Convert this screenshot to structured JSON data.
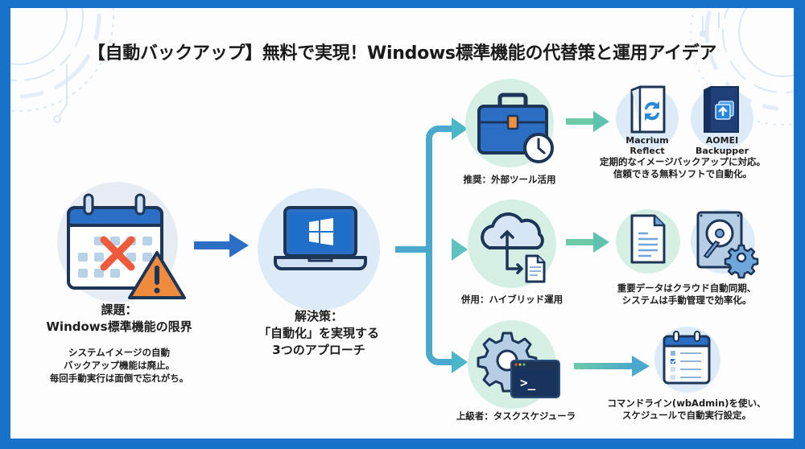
{
  "title": "【自動バックアップ】無料で実現！Windows標準機能の代替策と運用アイデア",
  "colors": {
    "frame": "#1872c9",
    "primary_blue": "#2a6fc4",
    "dark_navy": "#1d3557",
    "teal": "#4ab6c8",
    "mint": "#d5efe4",
    "light_blue_circle": "#dcebf7",
    "warning_orange": "#f08a3c",
    "cross_red": "#ef5a3a"
  },
  "problem": {
    "icon": "calendar-warning-icon",
    "heading_line1": "課題：",
    "heading_line2": "Windows標準機能の限界",
    "desc_line1": "システムイメージの自動",
    "desc_line2": "バックアップ機能は廃止。",
    "desc_line3": "毎回手動実行は面倒で忘れがち。"
  },
  "solution": {
    "icon": "windows-laptop-icon",
    "heading_line1": "解決策：",
    "heading_line2": "「自動化」を実現する",
    "heading_line3": "3つのアプローチ"
  },
  "approaches": [
    {
      "icon": "toolbox-clock-icon",
      "label": "推奨：外部ツール活用",
      "products": [
        {
          "icon": "macrium-reflect-box-icon",
          "name_line1": "Macrium",
          "name_line2": "Reflect"
        },
        {
          "icon": "aomei-backupper-box-icon",
          "name_line1": "AOMEI",
          "name_line2": "Backupper"
        }
      ],
      "desc_line1": "定期的なイメージバックアップに対応。",
      "desc_line2": "信頼できる無料ソフトで自動化。"
    },
    {
      "icon": "cloud-sync-icon",
      "label": "併用：ハイブリッド運用",
      "results": [
        {
          "icon": "document-icon"
        },
        {
          "icon": "hard-drive-gear-icon"
        }
      ],
      "desc_line1": "重要データはクラウド自動同期、",
      "desc_line2": "システムは手動管理で効率化。"
    },
    {
      "icon": "gear-terminal-icon",
      "label": "上級者：タスクスケジューラ",
      "results": [
        {
          "icon": "checklist-calendar-icon"
        }
      ],
      "terminal_prompt": ">_",
      "desc_line1": "コマンドライン(wbAdmin)を使い、",
      "desc_line2": "スケジュールで自動実行設定。"
    }
  ]
}
